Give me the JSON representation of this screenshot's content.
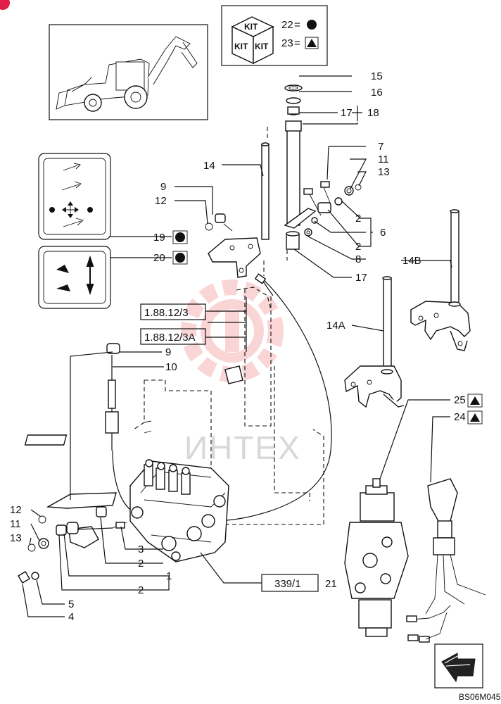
{
  "kit_legend": {
    "kit_text": "KIT",
    "items": [
      {
        "number": "22",
        "symbol": "circle"
      },
      {
        "number": "23",
        "symbol": "triangle"
      }
    ]
  },
  "callouts": {
    "c15": "15",
    "c16": "16",
    "c17a": "17",
    "c18": "18",
    "c14": "14",
    "c7": "7",
    "c11a": "11",
    "c13a": "13",
    "c9a": "9",
    "c12a": "12",
    "c2a": "2",
    "c6": "6",
    "c2b": "2",
    "c8": "8",
    "c17b": "17",
    "c19": "19",
    "c20": "20",
    "c14b": "14B",
    "c14a": "14A",
    "c9b": "9",
    "c10": "10",
    "c25": "25",
    "c24": "24",
    "c12b": "12",
    "c11b": "11",
    "c13b": "13",
    "c3": "3",
    "c2c": "2",
    "c1": "1",
    "c2d": "2",
    "c5": "5",
    "c4": "4",
    "c21": "21"
  },
  "references": {
    "ref1": "1.88.12/3",
    "ref2": "1.88.12/3A",
    "ref3": "339/1"
  },
  "watermark": "ИНТЕХ",
  "drawing_code": "BS06M045",
  "colors": {
    "line": "#111111",
    "watermark_red": "#e8464b",
    "watermark_text": "#d8d8d8",
    "badge": "#e11d48"
  }
}
